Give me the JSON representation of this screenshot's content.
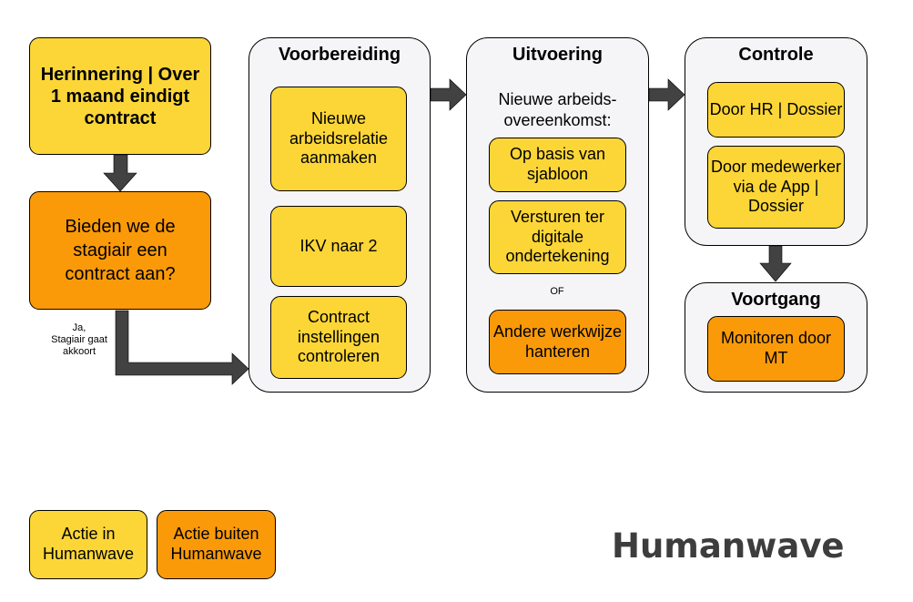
{
  "start": {
    "reminder": "Herinnering | Over 1 maand eindigt contract",
    "question": "Bieden we de stagiair een contract aan?",
    "yes_label": "Ja,\nStagiair gaat\nakkoort"
  },
  "voorbereiding": {
    "title": "Voorbereiding",
    "items": [
      "Nieuwe arbeidsrelatie aanmaken",
      "IKV naar 2",
      "Contract instellingen controleren"
    ]
  },
  "uitvoering": {
    "title": "Uitvoering",
    "intro": "Nieuwe arbeids-\novereenkomst:",
    "items": [
      "Op basis van sjabloon",
      "Versturen ter digitale ondertekening"
    ],
    "or_label": "OF",
    "alternative": "Andere werkwijze hanteren"
  },
  "controle": {
    "title": "Controle",
    "items": [
      "Door HR | Dossier",
      "Door medewerker via de App | Dossier"
    ]
  },
  "voortgang": {
    "title": "Voortgang",
    "items": [
      "Monitoren door MT"
    ]
  },
  "legend": {
    "inside": "Actie in Humanwave",
    "outside": "Actie buiten Humanwave"
  },
  "brand": "Humanwave",
  "colors": {
    "inside_humanwave": "#fcd637",
    "outside_humanwave": "#fb9a09",
    "arrow": "#424242",
    "panel": "#f5f4f6"
  }
}
